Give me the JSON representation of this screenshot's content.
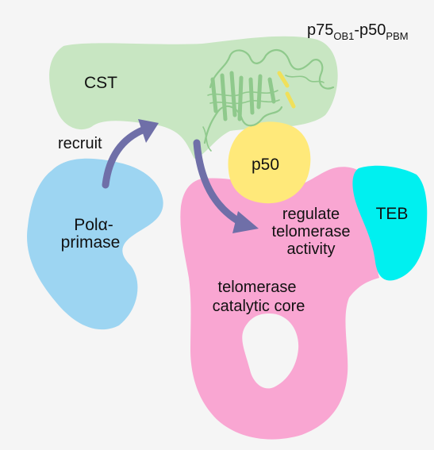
{
  "labels": {
    "cst": "CST",
    "complex_main": "p75",
    "complex_sub1": "OB1",
    "complex_dash": "-p50",
    "complex_sub2": "PBM",
    "p50": "p50",
    "recruit": "recruit",
    "polalpha_line1": "Polα-",
    "polalpha_line2": "primase",
    "regulate_line1": "regulate",
    "regulate_line2": "telomerase",
    "regulate_line3": "activity",
    "teb": "TEB",
    "core_line1": "telomerase",
    "core_line2": "catalytic core"
  },
  "colors": {
    "background": "#f5f5f5",
    "cst": "#c8e6c2",
    "polalpha": "#9dd5f2",
    "telomerase": "#f9a6d2",
    "teb": "#00f0f0",
    "p50": "#ffe97a",
    "arrow": "#6f6fa8",
    "protein_cartoon": "#8fc98c",
    "protein_highlight": "#f0e05a"
  },
  "icons": {
    "protein_structure": "ribbon-cartoon-icon",
    "recruit_arrow": "curved-arrow-icon",
    "regulate_arrow": "curved-arrow-icon"
  }
}
